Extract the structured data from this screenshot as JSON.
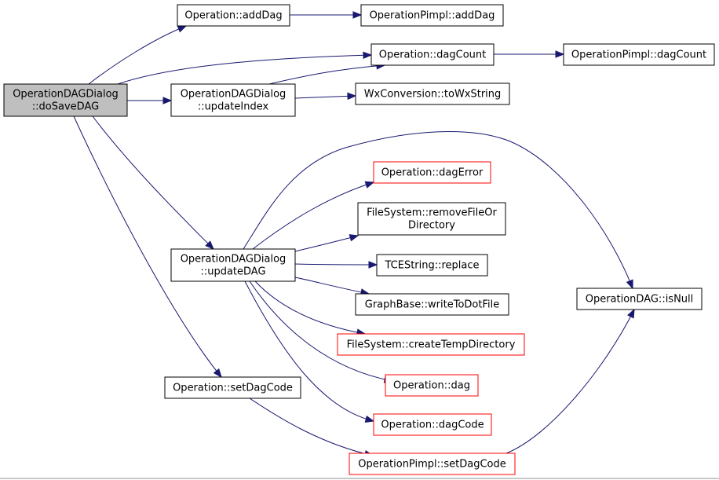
{
  "colors": {
    "edge": "#191970",
    "node_border_normal": "#000000",
    "node_border_truncated": "#ff0000",
    "node_fill_root": "#bfbfbf",
    "node_fill": "#ffffff"
  },
  "nodes": [
    {
      "id": "root",
      "style": "root",
      "lines": [
        "OperationDAGDialog",
        "::doSaveDAG"
      ]
    },
    {
      "id": "addDag",
      "style": "normal",
      "lines": [
        "Operation::addDag"
      ]
    },
    {
      "id": "pimplAddDag",
      "style": "normal",
      "lines": [
        "OperationPimpl::addDag"
      ]
    },
    {
      "id": "dagCount",
      "style": "normal",
      "lines": [
        "Operation::dagCount"
      ]
    },
    {
      "id": "pimplDagCount",
      "style": "normal",
      "lines": [
        "OperationPimpl::dagCount"
      ]
    },
    {
      "id": "updateIndex",
      "style": "normal",
      "lines": [
        "OperationDAGDialog",
        "::updateIndex"
      ]
    },
    {
      "id": "toWxString",
      "style": "normal",
      "lines": [
        "WxConversion::toWxString"
      ]
    },
    {
      "id": "dagError",
      "style": "truncated",
      "lines": [
        "Operation::dagError"
      ]
    },
    {
      "id": "removeFile",
      "style": "normal",
      "lines": [
        "FileSystem::removeFileOr",
        "Directory"
      ]
    },
    {
      "id": "updateDAG",
      "style": "normal",
      "lines": [
        "OperationDAGDialog",
        "::updateDAG"
      ]
    },
    {
      "id": "replace",
      "style": "normal",
      "lines": [
        "TCEString::replace"
      ]
    },
    {
      "id": "writeDot",
      "style": "normal",
      "lines": [
        "GraphBase::writeToDotFile"
      ]
    },
    {
      "id": "isNull",
      "style": "normal",
      "lines": [
        "OperationDAG::isNull"
      ]
    },
    {
      "id": "createTemp",
      "style": "truncated",
      "lines": [
        "FileSystem::createTempDirectory"
      ]
    },
    {
      "id": "opDag",
      "style": "truncated",
      "lines": [
        "Operation::dag"
      ]
    },
    {
      "id": "setDagCode",
      "style": "normal",
      "lines": [
        "Operation::setDagCode"
      ]
    },
    {
      "id": "dagCode",
      "style": "truncated",
      "lines": [
        "Operation::dagCode"
      ]
    },
    {
      "id": "pimplSetDagCode",
      "style": "truncated",
      "lines": [
        "OperationPimpl::setDagCode"
      ]
    }
  ],
  "edges": [
    {
      "from": "root",
      "to": "addDag"
    },
    {
      "from": "root",
      "to": "dagCount"
    },
    {
      "from": "root",
      "to": "updateIndex"
    },
    {
      "from": "root",
      "to": "updateDAG"
    },
    {
      "from": "root",
      "to": "setDagCode"
    },
    {
      "from": "addDag",
      "to": "pimplAddDag"
    },
    {
      "from": "dagCount",
      "to": "pimplDagCount"
    },
    {
      "from": "updateIndex",
      "to": "dagCount"
    },
    {
      "from": "updateIndex",
      "to": "toWxString"
    },
    {
      "from": "updateDAG",
      "to": "dagError"
    },
    {
      "from": "updateDAG",
      "to": "removeFile"
    },
    {
      "from": "updateDAG",
      "to": "replace"
    },
    {
      "from": "updateDAG",
      "to": "writeDot"
    },
    {
      "from": "updateDAG",
      "to": "createTemp"
    },
    {
      "from": "updateDAG",
      "to": "opDag"
    },
    {
      "from": "updateDAG",
      "to": "dagCode"
    },
    {
      "from": "updateDAG",
      "to": "isNull"
    },
    {
      "from": "setDagCode",
      "to": "pimplSetDagCode"
    },
    {
      "from": "pimplSetDagCode",
      "to": "isNull"
    }
  ]
}
